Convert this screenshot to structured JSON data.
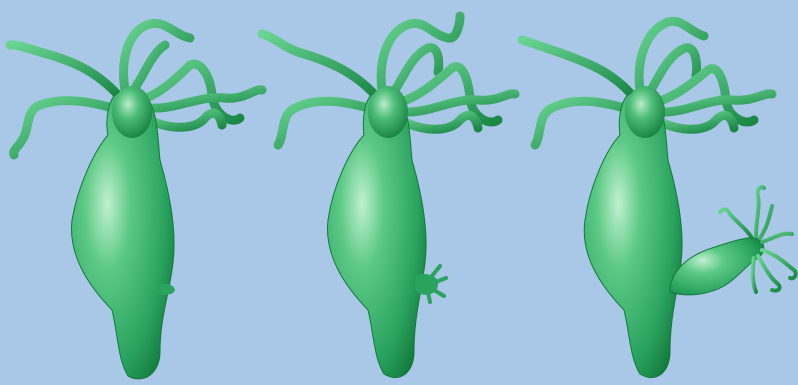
{
  "scene": {
    "background_color": "#a9c8e8",
    "body_color": "#2aa35f",
    "body_highlight": "#bff0cf",
    "body_shadow": "#137a3c",
    "panels": [
      {
        "stage": 1,
        "bud": "small-bump"
      },
      {
        "stage": 2,
        "bud": "emerging-tentacles"
      },
      {
        "stage": 3,
        "bud": "developed-bud"
      }
    ]
  }
}
